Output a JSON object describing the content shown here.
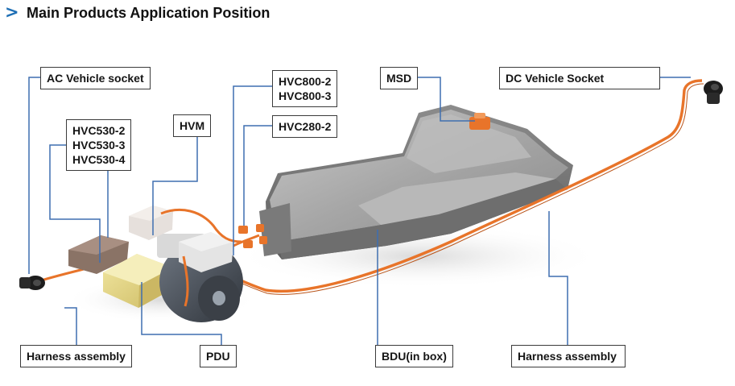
{
  "header": {
    "chevron": ">",
    "title": "Main Products Application Position"
  },
  "labels": {
    "ac_vehicle_socket": "AC Vehicle socket",
    "hvc530": [
      "HVC530-2",
      "HVC530-3",
      "HVC530-4"
    ],
    "hvm": "HVM",
    "hvc800": [
      "HVC800-2",
      "HVC800-3"
    ],
    "hvc280": "HVC280-2",
    "msd": "MSD",
    "dc_vehicle_socket": "DC Vehicle Socket",
    "harness_assembly_left": "Harness assembly",
    "pdu": "PDU",
    "bdu": "BDU(in box)",
    "harness_assembly_right": "Harness assembly"
  },
  "colors": {
    "accent": "#1e6fb5",
    "leader_line": "#3f6fb0",
    "harness_orange": "#e8742a",
    "battery_grey": "#8f8f8f"
  }
}
